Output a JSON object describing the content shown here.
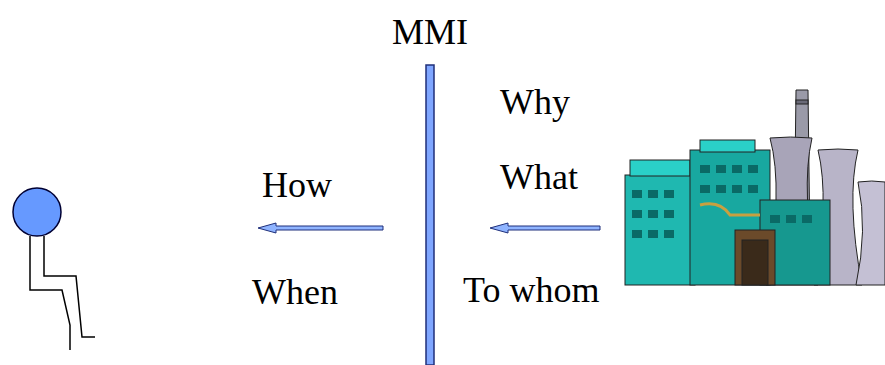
{
  "diagram": {
    "labels": [
      "MMI",
      "How",
      "When",
      "Why",
      "What",
      "To whom"
    ]
  }
}
